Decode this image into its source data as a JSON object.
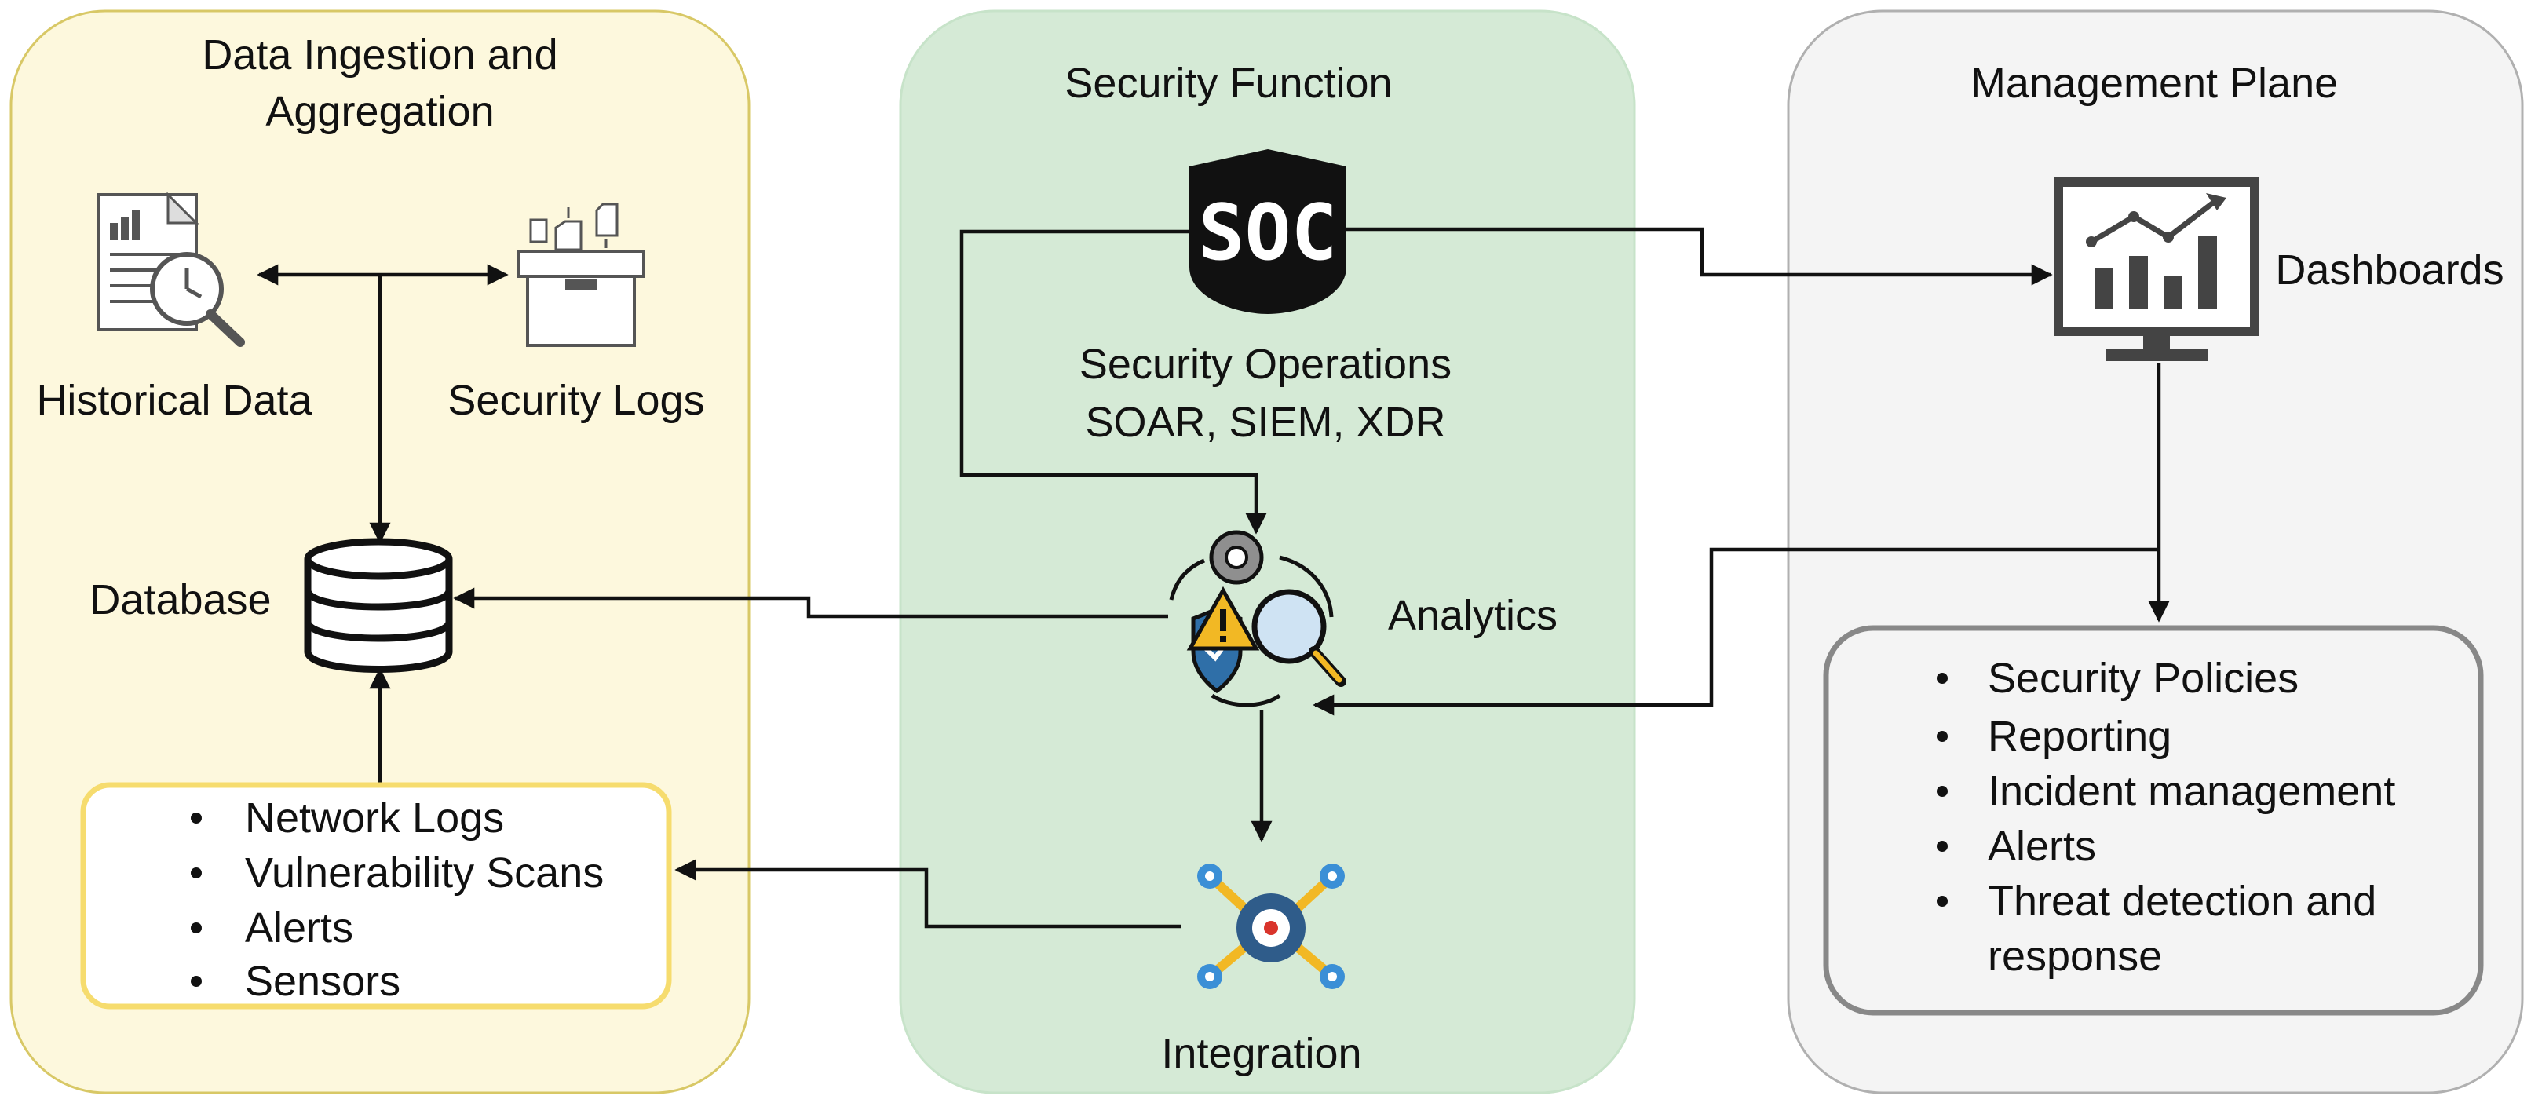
{
  "panels": {
    "ingestion": {
      "title_line1": "Data Ingestion and",
      "title_line2": "Aggregation",
      "fill": "#fdf8dd",
      "stroke": "#d8c866"
    },
    "security": {
      "title": "Security Function",
      "fill": "#d5ead6",
      "stroke": "#c7e3c9"
    },
    "management": {
      "title": "Management Plane",
      "fill": "#f4f4f4",
      "stroke": "#b0b0b0"
    }
  },
  "nodes": {
    "historical_data": "Historical Data",
    "security_logs": "Security Logs",
    "database": "Database",
    "soc_badge": "SOC",
    "security_operations_line1": "Security Operations",
    "security_operations_line2": "SOAR, SIEM, XDR",
    "analytics": "Analytics",
    "integration": "Integration",
    "dashboards": "Dashboards"
  },
  "sources_list": {
    "items": [
      "Network Logs",
      "Vulnerability Scans",
      "Alerts",
      "Sensors"
    ],
    "stroke": "#f6dc6e"
  },
  "management_list": {
    "items": [
      "Security Policies",
      "Reporting",
      "Incident management",
      "Alerts",
      "Threat detection and",
      "response"
    ],
    "stroke": "#888888"
  },
  "icons": {
    "historical_data": "document-search-icon",
    "security_logs": "log-inbox-icon",
    "database": "database-icon",
    "soc": "soc-shield-icon",
    "analytics": "analytics-gear-search-icon",
    "integration": "integration-gears-icon",
    "dashboards": "monitor-chart-icon"
  },
  "colors": {
    "edge": "#111111",
    "icon_blue": "#2f6fa8",
    "icon_gold": "#f2b824",
    "icon_gray": "#6f6f6f"
  }
}
